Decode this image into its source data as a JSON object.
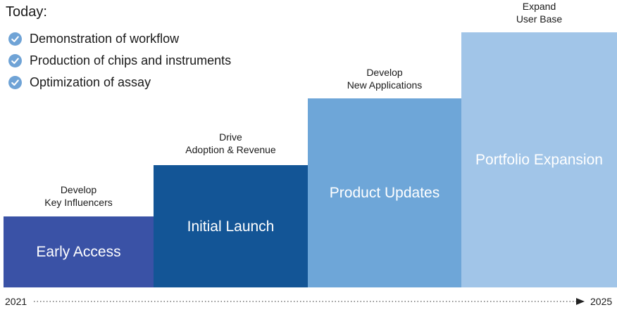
{
  "today": {
    "title": "Today:",
    "items": [
      "Demonstration of workflow",
      "Production of chips and instruments",
      "Optimization of assay"
    ],
    "check_icon_color": "#6fa3d6"
  },
  "stages": [
    {
      "name": "Early Access",
      "label_top": "Develop",
      "label_bottom": "Key Influencers",
      "color": "#3a52a6"
    },
    {
      "name": "Initial Launch",
      "label_top": "Drive",
      "label_bottom": "Adoption & Revenue",
      "color": "#135596"
    },
    {
      "name": "Product Updates",
      "label_top": "Develop",
      "label_bottom": "New Applications",
      "color": "#6ea6d8"
    },
    {
      "name": "Portfolio Expansion",
      "label_top": "Expand",
      "label_bottom": "User Base",
      "color": "#a1c5e8"
    }
  ],
  "timeline": {
    "start": "2021",
    "end": "2025"
  }
}
